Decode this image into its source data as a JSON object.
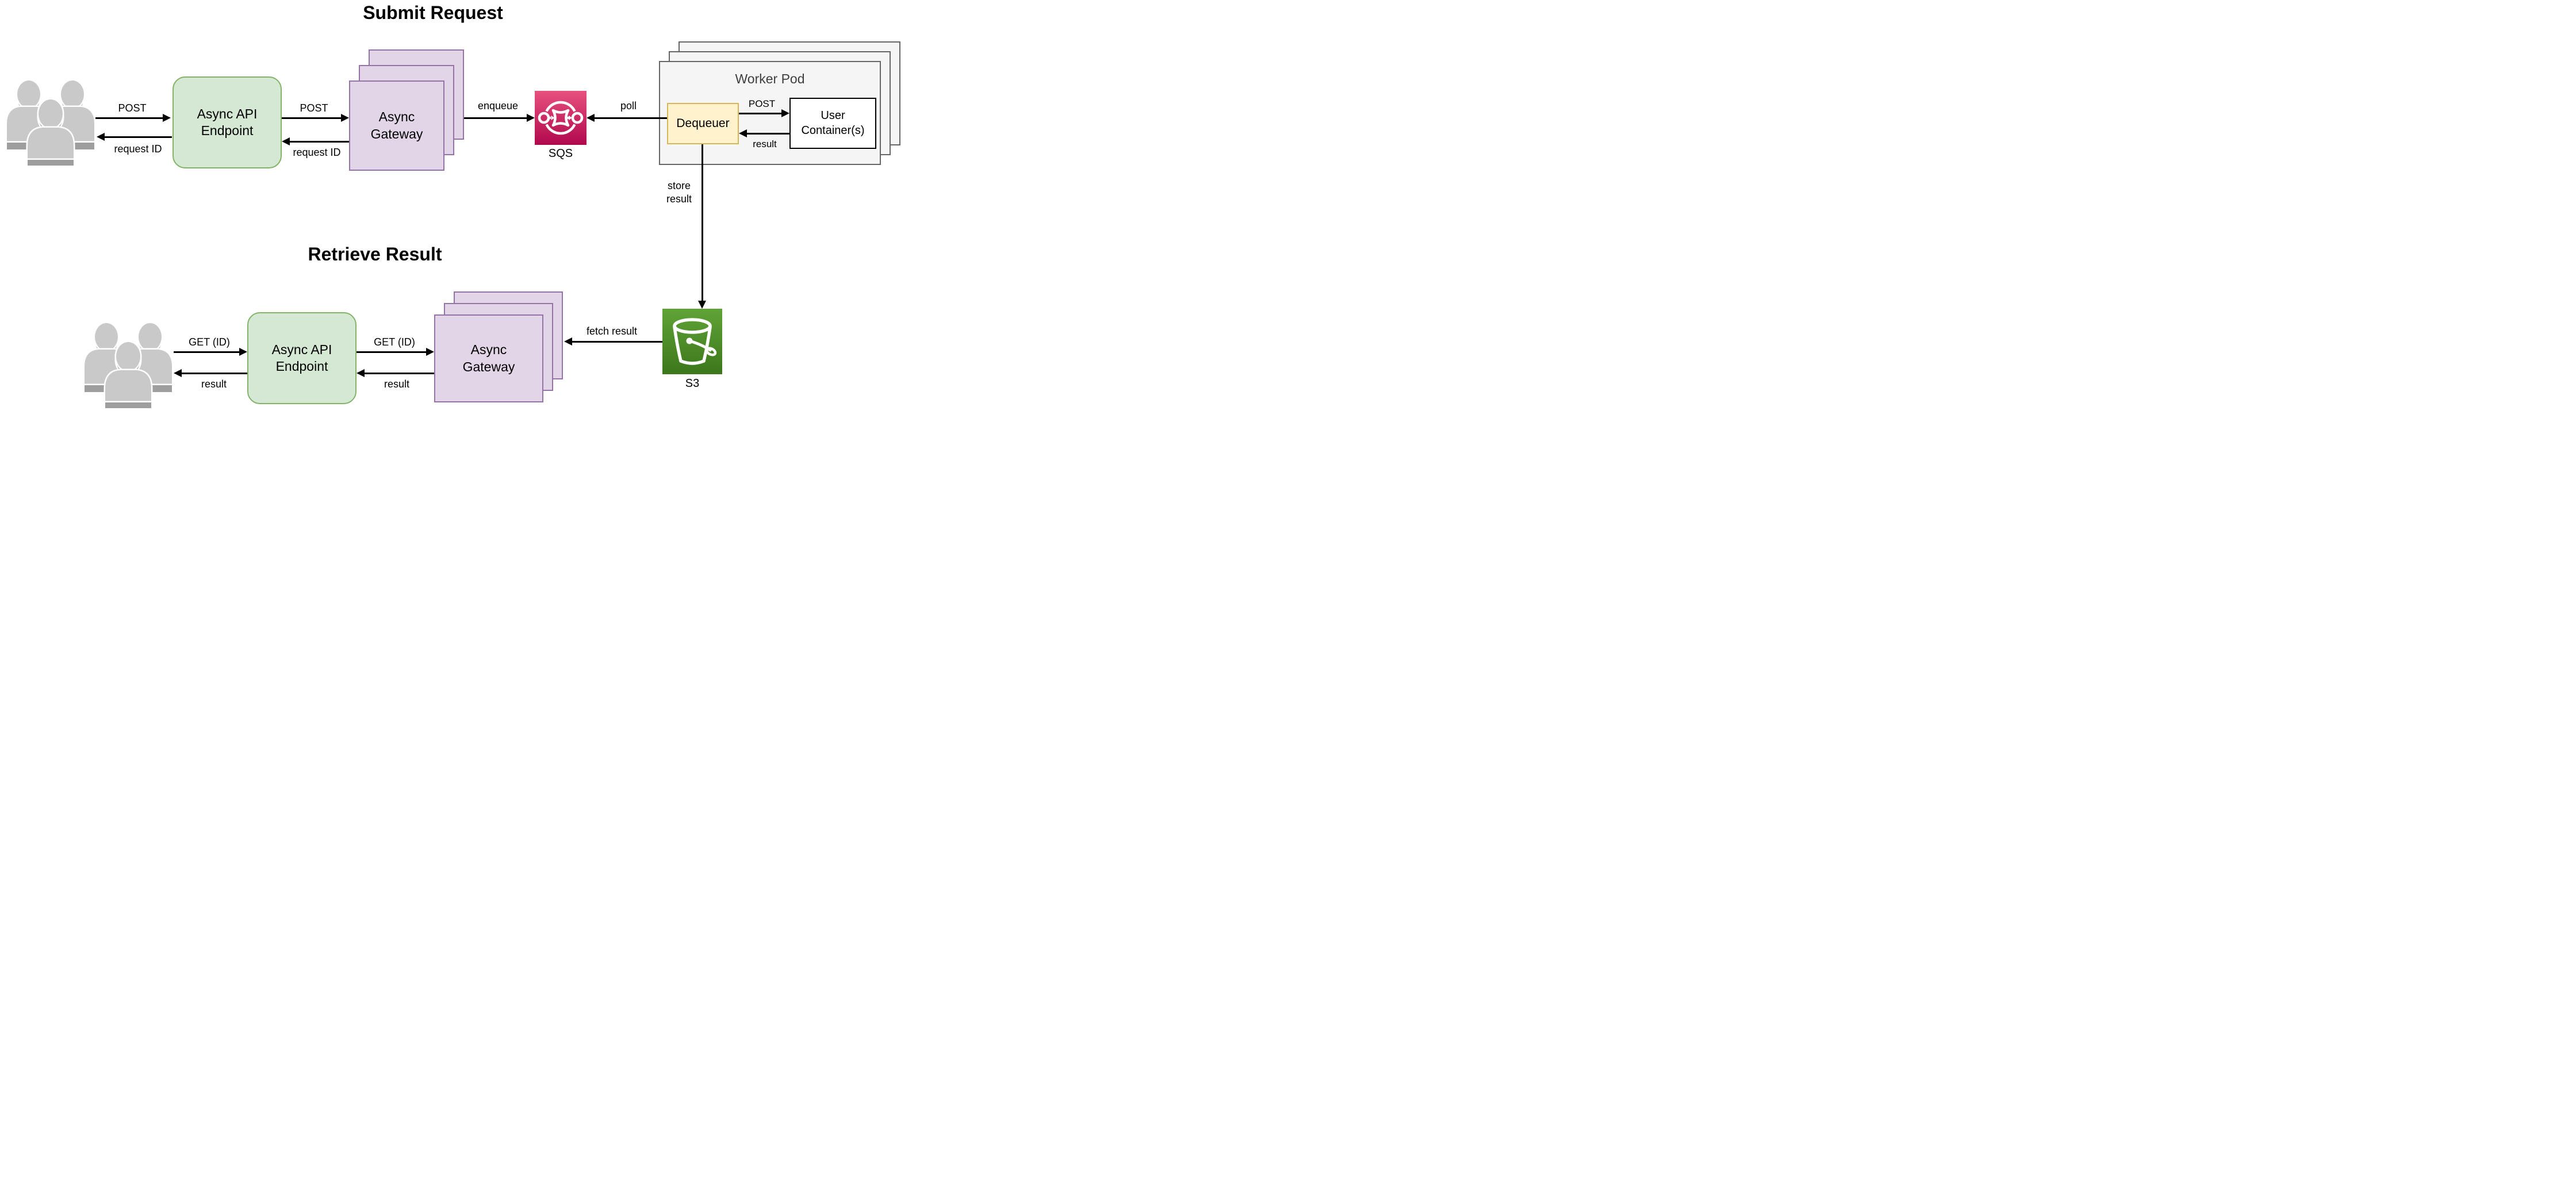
{
  "titles": {
    "submit": "Submit Request",
    "retrieve": "Retrieve Result"
  },
  "nodes": {
    "endpoint_top": "Async API\nEndpoint",
    "gateway_top": "Async\nGateway",
    "sqs_label": "SQS",
    "worker_pod": "Worker Pod",
    "dequeuer": "Dequeuer",
    "user_container": "User\nContainer(s)",
    "s3_label": "S3",
    "endpoint_bottom": "Async API\nEndpoint",
    "gateway_bottom": "Async\nGateway"
  },
  "edges": {
    "post_users": "POST",
    "request_id_users": "request ID",
    "post_gateway": "POST",
    "request_id_gateway": "request ID",
    "enqueue": "enqueue",
    "poll": "poll",
    "pod_post": "POST",
    "pod_result": "result",
    "store_result": "store\nresult",
    "get_users": "GET (ID)",
    "result_users": "result",
    "get_gateway": "GET (ID)",
    "result_gateway": "result",
    "fetch_result": "fetch result"
  },
  "icons": {
    "sqs": "sqs-queue-icon",
    "s3": "s3-bucket-icon",
    "users_top": "users-group-icon",
    "users_bottom": "users-group-icon"
  },
  "colors": {
    "endpoint_fill": "#d5e8d4",
    "endpoint_border": "#82b366",
    "gateway_fill": "#e1d5e7",
    "gateway_border": "#9673a6",
    "dequeuer_fill": "#fff2cc",
    "dequeuer_border": "#d6b656",
    "pod_fill": "#f5f5f5",
    "pod_border": "#666666",
    "pod_title": "#3f3f3f",
    "container_border": "#000000",
    "sqs_grad_top": "#e8517e",
    "sqs_grad_bottom": "#b0084d",
    "s3_grad_top": "#60a337",
    "s3_grad_bottom": "#3c771b",
    "users_main": "#c9c9c9",
    "users_shade": "#9e9e9e",
    "arrow": "#000000",
    "text": "#000000"
  }
}
